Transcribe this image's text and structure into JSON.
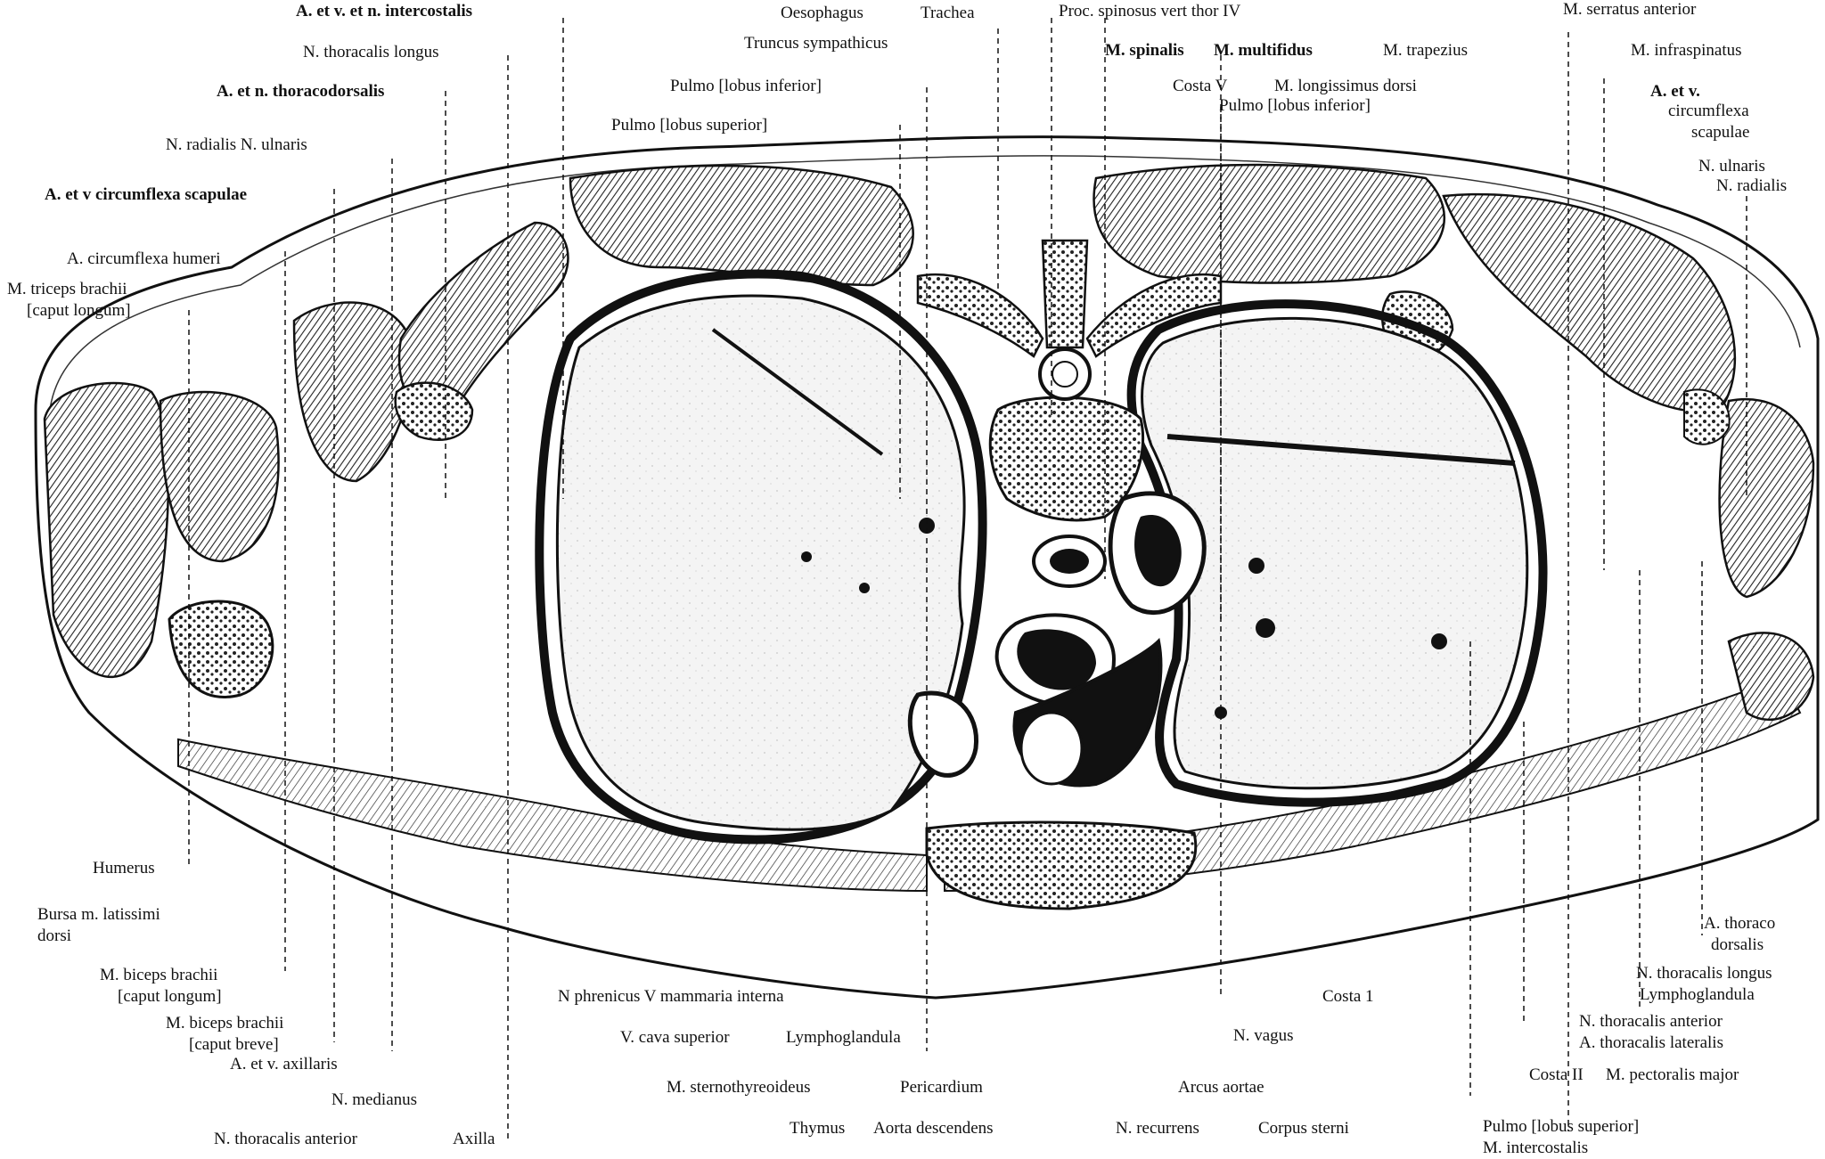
{
  "figure": {
    "labels_left": [
      "A. et v. et n. intercostalis",
      "N. thoracalis longus",
      "A. et n. thoracodorsalis",
      "N. radialis N. ulnaris",
      "A. et v circumflexa scapulae",
      "A. circumflexa humeri",
      "M. triceps brachii",
      "[caput longum]"
    ],
    "labels_top": [
      "Oesophagus",
      "Trachea",
      "Proc. spinosus vert thor IV",
      "Truncus sympathicus",
      "M. spinalis",
      "M. multifidus",
      "M. trapezius",
      "Pulmo [lobus inferior]",
      "Costa V",
      "M. longissimus dorsi",
      "Pulmo [lobus inferior]",
      "Pulmo [lobus superior]"
    ],
    "labels_right": [
      "M. serratus anterior",
      "M. infraspinatus",
      "A. et v.",
      "circumflexa",
      "scapulae",
      "N. ulnaris",
      "N. radialis"
    ],
    "labels_bottom_left": [
      "Humerus",
      "Bursa m. latissimi",
      "dorsi",
      "M. biceps brachii",
      "[caput longum]",
      "M. biceps brachii",
      "[caput breve]",
      "A. et v. axillaris",
      "N. medianus",
      "N. thoracalis anterior",
      "Axilla"
    ],
    "labels_bottom_center": [
      "N phrenicus V mammaria interna",
      "V. cava superior",
      "Lymphoglandula",
      "M. sternothyreoideus",
      "Pericardium",
      "Thymus",
      "Aorta descendens",
      "Arcus aortae",
      "N. recurrens",
      "Corpus sterni",
      "N. vagus",
      "Costa 1"
    ],
    "labels_bottom_right": [
      "A. thoraco",
      "dorsalis",
      "N. thoracalis longus",
      "Lymphoglandula",
      "N. thoracalis anterior",
      "A. thoracalis lateralis",
      "Costa II",
      "M. pectoralis major",
      "Pulmo [lobus superior]",
      "M. intercostalis"
    ]
  }
}
